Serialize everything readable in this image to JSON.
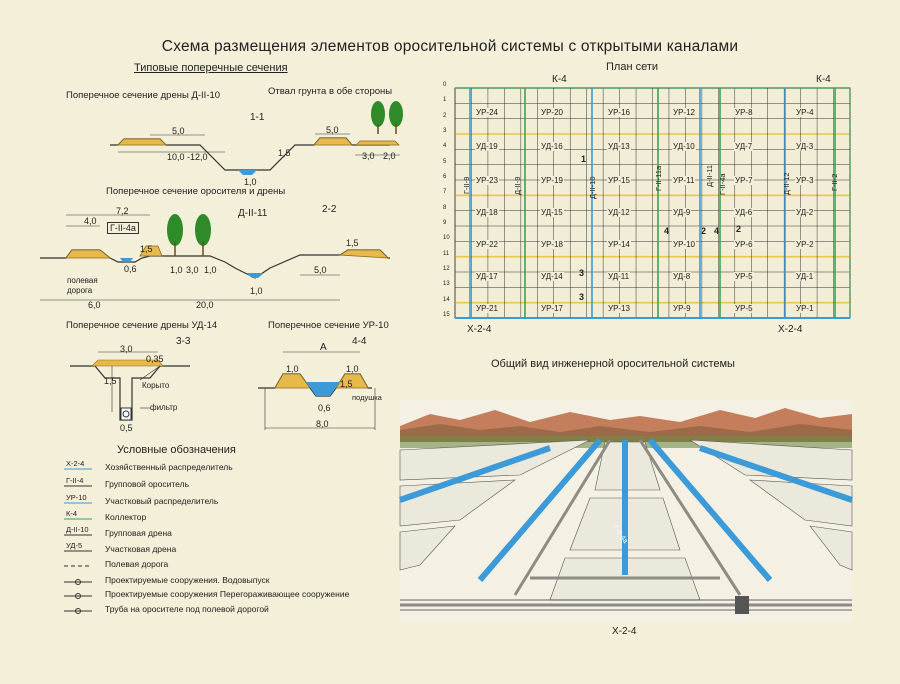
{
  "title": "Схема размещения  элементов оросительной системы  с открытыми каналами",
  "sections": {
    "typical_cross_sections": "Типовые поперечные сечения",
    "network_plan": "План сети",
    "overview": "Общий вид инженерной  оросительной системы"
  },
  "cs1": {
    "heading": "Поперечное сечение  дрены  Д-II-10",
    "spoil_note": "Отвал грунта в обе стороны",
    "section_id": "1-1",
    "dims": [
      "5,0",
      "5,0",
      "10,0 -12,0",
      "1,0",
      "3,0",
      "2,0",
      "1,5"
    ]
  },
  "cs2": {
    "heading": "Поперечное сечение  оросителя и дрены",
    "section_id": "2-2",
    "drain": "Д-II-11",
    "canal": "Г-II-4а",
    "field_road": "полевая дорога",
    "dims": [
      "7,2",
      "4,0",
      "1,5",
      "0,6",
      "1,0",
      "3,0",
      "1,0",
      "5,0",
      "1,0",
      "6,0",
      "20,0",
      "1,5"
    ]
  },
  "cs3": {
    "heading": "Поперечное сечение  дрены  УД-14",
    "section_id": "3-3",
    "trough": "Корыто",
    "filter": "фильтр",
    "dims": [
      "3,0",
      "1,5",
      "0,35",
      "0,5"
    ]
  },
  "cs4": {
    "heading": "Поперечное сечение  УР-10",
    "section_id": "4-4",
    "width_var": "А",
    "pad": "подушка",
    "dims": [
      "1,0",
      "1,0",
      "0,6",
      "1,5",
      "8,0"
    ]
  },
  "legend": {
    "title": "Условные обозначения",
    "items": [
      {
        "symbol": "Х-2-4",
        "text": "Хозяйственный распределитель"
      },
      {
        "symbol": "Г-II-4",
        "text": "Групповой ороситель"
      },
      {
        "symbol": "УР-10",
        "text": "Участковый распределитель"
      },
      {
        "symbol": "К-4",
        "text": "Коллектор"
      },
      {
        "symbol": "Д-II-10",
        "text": "Групповая дрена"
      },
      {
        "symbol": "УД-5",
        "text": "Участковая дрена"
      },
      {
        "symbol": "",
        "text": "Полевая дорога"
      },
      {
        "symbol": "",
        "text": "Проектируемые сооружения. Водовыпуск"
      },
      {
        "symbol": "",
        "text": "Проектируемые сооружения     Перегораживающее сооружение"
      },
      {
        "symbol": "",
        "text": "Труба на оросителе под полевой дорогой"
      }
    ]
  },
  "plan": {
    "collector_left": "К-4",
    "collector_right": "К-4",
    "distributor_left": "Х-2-4",
    "distributor_right": "Х-2-4",
    "row_numbers": [
      "0",
      "1",
      "2",
      "3",
      "4",
      "5",
      "6",
      "7",
      "8",
      "9",
      "10",
      "11",
      "12",
      "13",
      "14",
      "15"
    ],
    "vertical_labels": [
      "Г-II-9",
      "Д-II-9",
      "Д-II-10",
      "Г-II-11а",
      "Д-II-11",
      "Г-II-4а",
      "Д-II-12",
      "Г-II-2"
    ],
    "section_marks": [
      "1",
      "2",
      "3",
      "3",
      "4",
      "2",
      "4"
    ],
    "plots": [
      {
        "name": "УР-24"
      },
      {
        "name": "УР-20"
      },
      {
        "name": "УР-16"
      },
      {
        "name": "УР-12"
      },
      {
        "name": "УР-8"
      },
      {
        "name": "УР-4"
      },
      {
        "name": "УД-19"
      },
      {
        "name": "УД-16"
      },
      {
        "name": "УД-13"
      },
      {
        "name": "УД-10"
      },
      {
        "name": "УД-7"
      },
      {
        "name": "УД-3"
      },
      {
        "name": "УР-23"
      },
      {
        "name": "УР-19"
      },
      {
        "name": "УР-15"
      },
      {
        "name": "УР-11"
      },
      {
        "name": "УР-7"
      },
      {
        "name": "УР-3"
      },
      {
        "name": "УД-18"
      },
      {
        "name": "УД-15"
      },
      {
        "name": "УД-12"
      },
      {
        "name": "УД-9"
      },
      {
        "name": "УД-6"
      },
      {
        "name": "УД-2"
      },
      {
        "name": "УР-22"
      },
      {
        "name": "УР-18"
      },
      {
        "name": "УР-14"
      },
      {
        "name": "УР-10"
      },
      {
        "name": "УР-6"
      },
      {
        "name": "УР-2"
      },
      {
        "name": "УД-17"
      },
      {
        "name": "УД-14"
      },
      {
        "name": "УД-11"
      },
      {
        "name": "УД-8"
      },
      {
        "name": "УР-5"
      },
      {
        "name": "УД-1"
      },
      {
        "name": "УР-21"
      },
      {
        "name": "УР-17"
      },
      {
        "name": "УР-13"
      },
      {
        "name": "УР-9"
      },
      {
        "name": "УР-5"
      },
      {
        "name": "УР-1"
      }
    ]
  },
  "overview_label": "Х-2-4",
  "overview_canal": "Г-II-4а",
  "colors": {
    "canal": "#3c9ad8",
    "road": "#e6b94a",
    "tree": "#2f8a2a",
    "mountain": "#b86a4a",
    "grid": "#222222",
    "collector": "#3aa650"
  }
}
